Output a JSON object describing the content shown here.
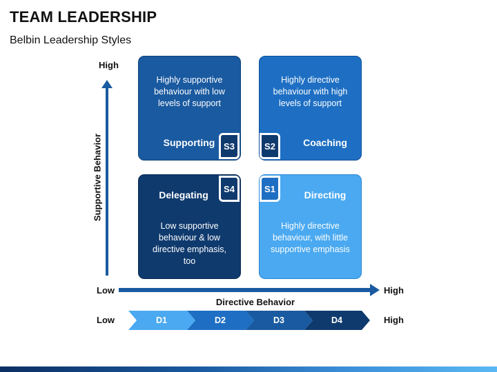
{
  "header": {
    "title": "TEAM LEADERSHIP",
    "subtitle": "Belbin Leadership Styles"
  },
  "quadrants": {
    "s3": {
      "tag": "S3",
      "name": "Supporting",
      "desc": "Highly supportive behaviour with low levels of support",
      "color": "#1a5aa0"
    },
    "s2": {
      "tag": "S2",
      "name": "Coaching",
      "desc": "Highly directive behaviour with high levels of support",
      "color": "#1e6fc3"
    },
    "s4": {
      "tag": "S4",
      "name": "Delegating",
      "desc": "Low supportive behaviour & low directive emphasis, too",
      "color": "#0f3a6e"
    },
    "s1": {
      "tag": "S1",
      "name": "Directing",
      "desc": "Highly directive behaviour, with little supportive emphasis",
      "color": "#4aa9f0"
    }
  },
  "y_axis": {
    "label": "Supportive Behavior",
    "high": "High"
  },
  "x_axis": {
    "label": "Directive Behavior",
    "low": "Low",
    "high": "High"
  },
  "development": {
    "low": "Low",
    "high": "High",
    "levels": [
      {
        "label": "D1",
        "color": "#4aa9f0"
      },
      {
        "label": "D2",
        "color": "#1e6fc3"
      },
      {
        "label": "D3",
        "color": "#1a5aa0"
      },
      {
        "label": "D4",
        "color": "#0f3a6e"
      }
    ]
  },
  "colors": {
    "arrow": "#1a5aa0"
  }
}
